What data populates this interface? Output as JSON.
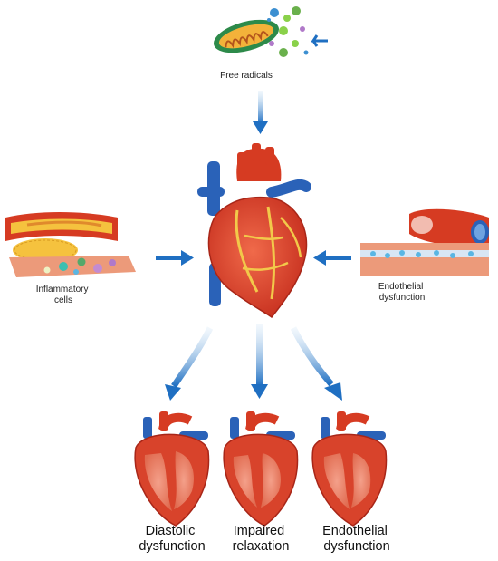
{
  "labels": {
    "free_radicals": "Free radicals",
    "inflammatory": [
      "Inflammatory",
      "cells"
    ],
    "endothelial_top": [
      "Endothelial",
      "dysfunction"
    ]
  },
  "outcomes": [
    {
      "line1": "Diastolic",
      "line2": "dysfunction"
    },
    {
      "line1": "Impaired",
      "line2": "relaxation"
    },
    {
      "line1": "Endothelial",
      "line2": "dysfunction"
    }
  ]
}
